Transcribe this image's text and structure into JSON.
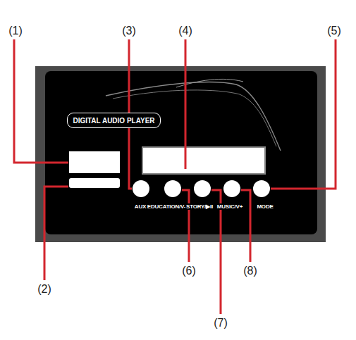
{
  "diagram": {
    "nodes": [
      {
        "text": [
          "DIGITAL AUDIO PLAYER"
        ]
      }
    ],
    "labels": [
      "(1)",
      "(3)",
      "(4)",
      "(5)",
      "(2)",
      "(6)",
      "(7)",
      "(8)",
      "AUX",
      "EDUCATION/V-",
      "STORY/▶II",
      "MUSIC/V+",
      "MODE"
    ]
  }
}
